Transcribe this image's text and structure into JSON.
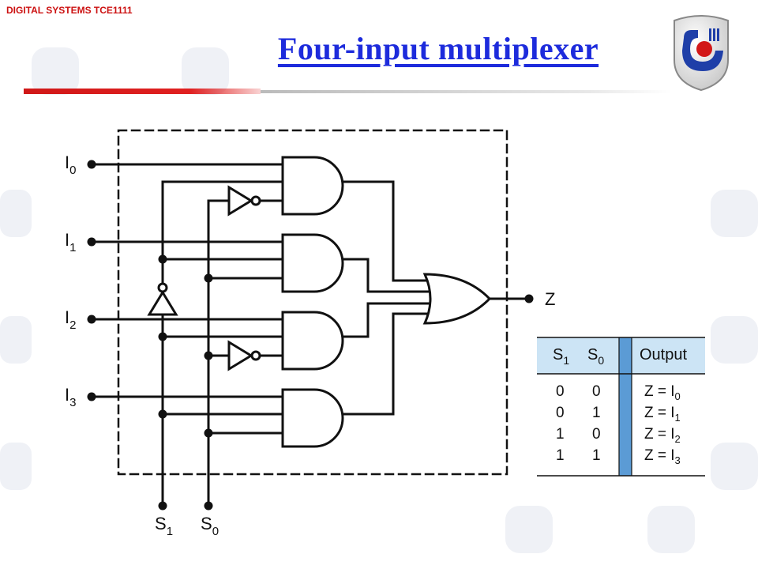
{
  "header": {
    "course_tag": "DIGITAL SYSTEMS TCE1111"
  },
  "slide": {
    "title": "Four-input multiplexer"
  },
  "colors": {
    "title": "#1d2bdc",
    "header_tag": "#cc1111",
    "table_fill": "#cce4f5",
    "divider_fill": "#5b9bd5"
  },
  "logo": {
    "icon": "university-emblem-icon"
  },
  "circuit": {
    "inputs": [
      {
        "letter": "I",
        "sub": "0"
      },
      {
        "letter": "I",
        "sub": "1"
      },
      {
        "letter": "I",
        "sub": "2"
      },
      {
        "letter": "I",
        "sub": "3"
      }
    ],
    "selects": [
      {
        "letter": "S",
        "sub": "1"
      },
      {
        "letter": "S",
        "sub": "0"
      }
    ],
    "output": "Z"
  },
  "truth_table": {
    "headers": {
      "s1": {
        "letter": "S",
        "sub": "1"
      },
      "s0": {
        "letter": "S",
        "sub": "0"
      },
      "output": "Output"
    },
    "rows": [
      {
        "s1": "0",
        "s0": "0",
        "out": "Z = I",
        "out_sub": "0"
      },
      {
        "s1": "0",
        "s0": "1",
        "out": "Z = I",
        "out_sub": "1"
      },
      {
        "s1": "1",
        "s0": "0",
        "out": "Z = I",
        "out_sub": "2"
      },
      {
        "s1": "1",
        "s0": "1",
        "out": "Z = I",
        "out_sub": "3"
      }
    ]
  }
}
